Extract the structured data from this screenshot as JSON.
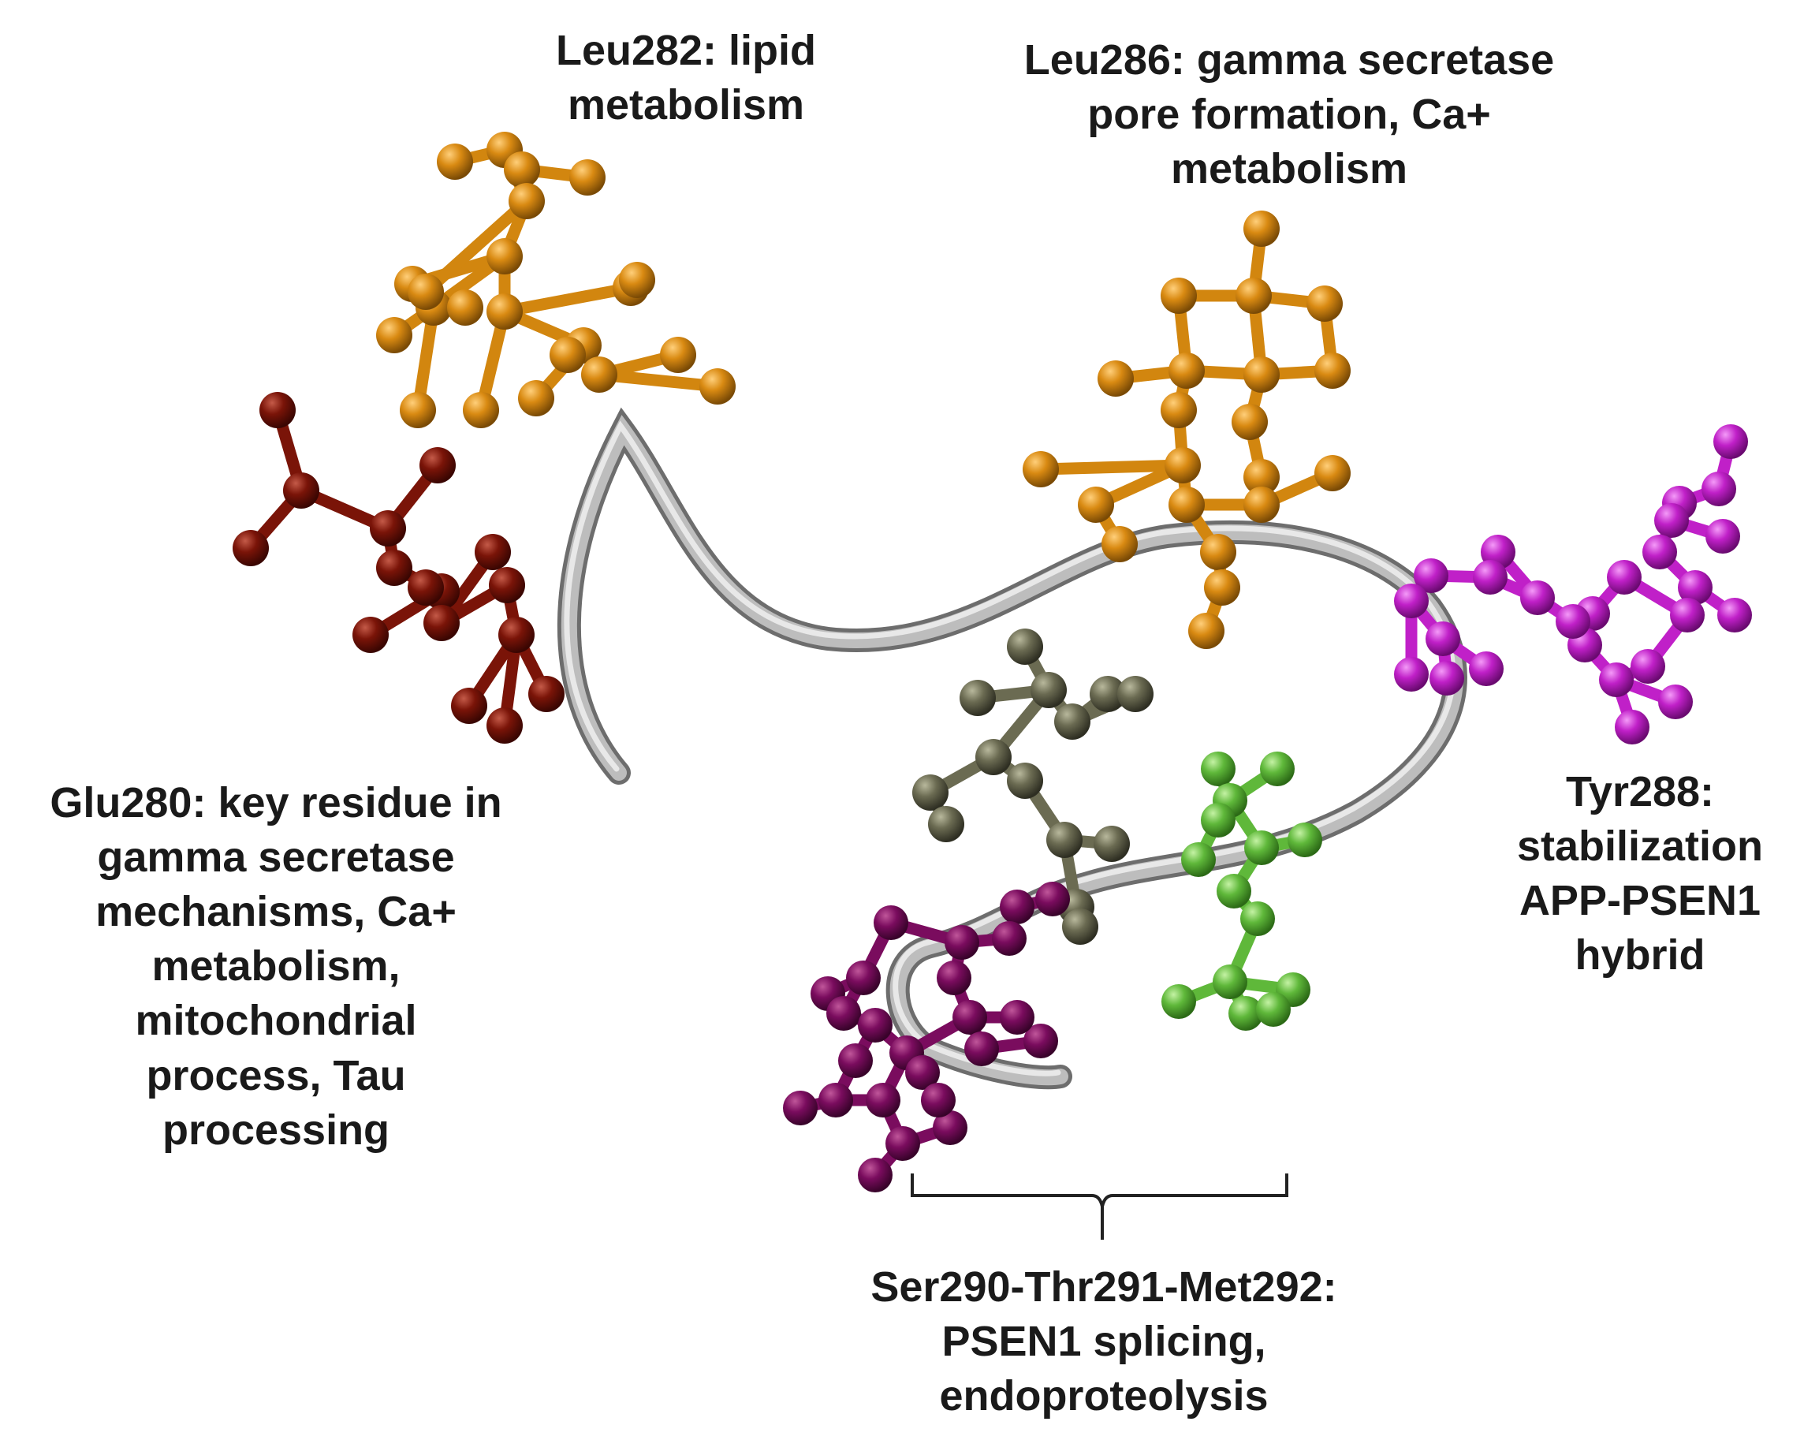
{
  "residues": {
    "leu282": {
      "text": "Leu282: lipid\nmetabolism",
      "color": "#d2860f"
    },
    "leu286": {
      "text": "Leu286: gamma secretase\npore formation, Ca+\nmetabolism",
      "color": "#d2860f"
    },
    "glu280": {
      "text": "Glu280: key residue in\ngamma secretase\nmechanisms, Ca+\nmetabolism,\nmitochondrial\nprocess, Tau\nprocessing",
      "color": "#7a1408"
    },
    "tyr288": {
      "text": "Tyr288:\nstabilization\nAPP-PSEN1\nhybrid",
      "color": "#c020c8"
    },
    "ser290_thr291_met292": {
      "text": "Ser290-Thr291-Met292:\nPSEN1 splicing,\nendoproteolysis",
      "colors": [
        "#6b6b52",
        "#5fb83a",
        "#7a0c5e"
      ]
    }
  },
  "backbone": {
    "color": "#a8a8a8",
    "representation": "ribbon"
  },
  "molecule_style": "ball-and-stick"
}
